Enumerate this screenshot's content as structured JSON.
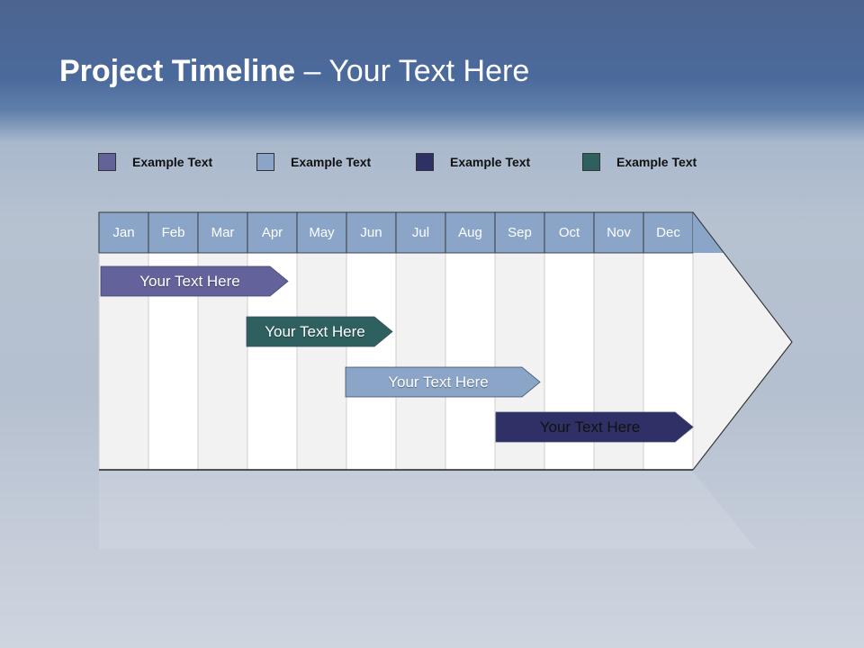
{
  "title": {
    "bold": "Project Timeline",
    "rest": " – Your Text Here"
  },
  "legend": [
    {
      "label": "Example Text",
      "color": "#63629a"
    },
    {
      "label": "Example Text",
      "color": "#8aa5c8"
    },
    {
      "label": "Example Text",
      "color": "#2f3166"
    },
    {
      "label": "Example Text",
      "color": "#2e6060"
    }
  ],
  "months": [
    "Jan",
    "Feb",
    "Mar",
    "Apr",
    "May",
    "Jun",
    "Jul",
    "Aug",
    "Sep",
    "Oct",
    "Nov",
    "Dec"
  ],
  "tasks": [
    {
      "label": "Your  Text Here",
      "start_month": "Jan",
      "end_month": "Apr",
      "color": "#63629a",
      "text_color": "#ffffff"
    },
    {
      "label": "Your  Text Here",
      "start_month": "Apr",
      "end_month": "Jun",
      "color": "#2e6060",
      "text_color": "#ffffff"
    },
    {
      "label": "Your  Text Here",
      "start_month": "Jun",
      "end_month": "Sep",
      "color": "#8aa5c8",
      "text_color": "#ffffff"
    },
    {
      "label": "Your  Text Here",
      "start_month": "Sep",
      "end_month": "Dec",
      "color": "#2f3166",
      "text_color": "#111111"
    }
  ],
  "colors": {
    "header": "#8aa5c8",
    "column_light": "#f2f2f2",
    "column_white": "#ffffff"
  }
}
